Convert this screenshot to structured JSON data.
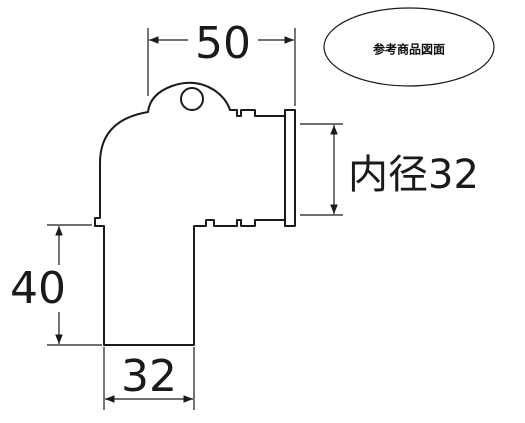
{
  "badge": {
    "label": "参考商品図面"
  },
  "dimensions": {
    "top_width": "50",
    "inner_diameter": "内径32",
    "left_height": "40",
    "bottom_width": "32"
  },
  "colors": {
    "line": "#1a1a1a",
    "background": "#ffffff"
  }
}
